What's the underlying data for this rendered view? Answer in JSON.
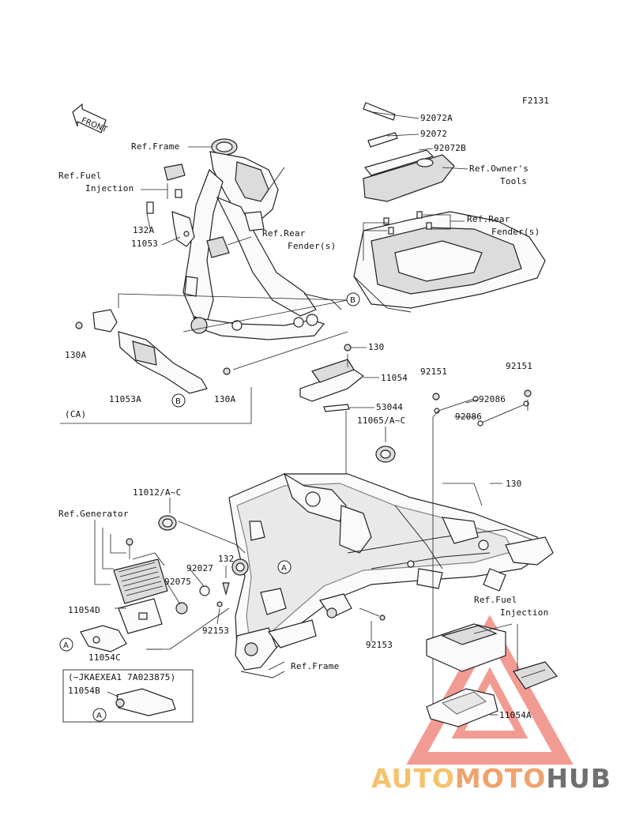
{
  "figure_code": "F2131",
  "front_label": "FRONT",
  "variant_note": "(CA)",
  "serial_note": "(~JKAEXEA1 7A023875)",
  "labels": {
    "ref_frame_top": "Ref.Frame",
    "ref_fuel_injection_top_1": "Ref.Fuel",
    "ref_fuel_injection_top_2": "Injection",
    "p132a": "132A",
    "p11053": "11053",
    "ref_rear_fender_left_1": "Ref.Rear",
    "ref_rear_fender_left_2": "Fender(s)",
    "p130a_left": "130A",
    "p11053a": "11053A",
    "p130a_right": "130A",
    "p92072a": "92072A",
    "p92072": "92072",
    "p92072b": "92072B",
    "ref_owners_tools_1": "Ref.Owner's",
    "ref_owners_tools_2": "Tools",
    "ref_rear_fender_right_1": "Ref.Rear",
    "ref_rear_fender_right_2": "Fender(s)",
    "p130_mid": "130",
    "p11054": "11054",
    "p53044": "53044",
    "p11065": "11065/A~C",
    "p92151_a": "92151",
    "p92151_b": "92151",
    "p92086_a": "92086",
    "p92086_b": "92086",
    "p130_right": "130",
    "p11012": "11012/A~C",
    "ref_generator": "Ref.Generator",
    "p132": "132",
    "p92027": "92027",
    "p92075": "92075",
    "p11054d": "11054D",
    "p92153_left": "92153",
    "p11054c": "11054C",
    "p92153_right": "92153",
    "ref_frame_bottom": "Ref.Frame",
    "ref_fuel_injection_bottom_1": "Ref.Fuel",
    "ref_fuel_injection_bottom_2": "Injection",
    "p11054b": "11054B",
    "p11054a": "11054A"
  },
  "callouts": {
    "a": "A",
    "b": "B"
  },
  "watermark": {
    "part1": "AUTO",
    "part2": "MOTO",
    "part3": "HUB",
    "colors": {
      "auto": "#f4c26c",
      "moto": "#f0a26c",
      "hub": "#6f6f6f",
      "triangle": "#e84a3c"
    }
  }
}
